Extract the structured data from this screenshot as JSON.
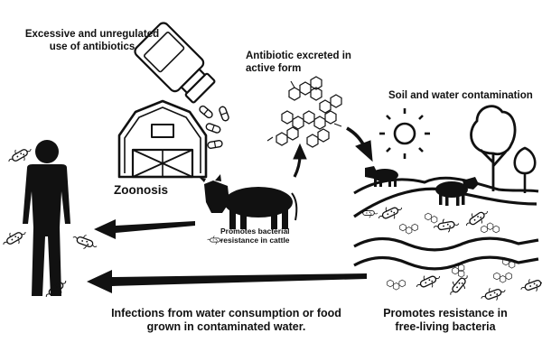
{
  "labels": {
    "excessive_use": "Excessive and unregulated use of antibiotics",
    "excreted": "Antibiotic excreted in active form",
    "soil_water": "Soil and water contamination",
    "zoonosis": "Zoonosis",
    "cattle_resistance": "Promotes bacterial resistance in cattle",
    "infections": "Infections from water consumption or food grown in contaminated water.",
    "free_living": "Promotes resistance in free-living bacteria"
  },
  "icons": [
    "human-icon",
    "pill-bottle-icon",
    "pill-icon",
    "barn-icon",
    "cow-icon",
    "molecule-icon",
    "sun-icon",
    "tree-icon",
    "bacteria-icon",
    "arrow-icon"
  ],
  "colors": {
    "ink": "#111111",
    "background": "#ffffff"
  }
}
